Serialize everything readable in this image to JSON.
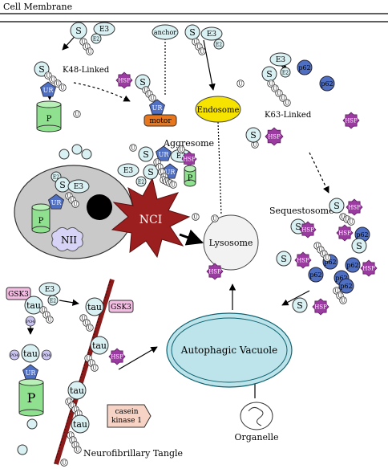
{
  "membrane": {
    "label": "Cell Membrane"
  },
  "labels": {
    "k48": "K48-Linked",
    "k63": "K63-Linked",
    "aggresome": "Aggresome",
    "sequestosome": "Sequestosome",
    "endosome": "Endosome",
    "lysosome": "Lysosome",
    "autophagic_vacuole": "Autophagic Vacuole",
    "nci": "NCI",
    "nii": "NII",
    "nft": "Neurofibrillary Tangle",
    "organelle": "Organelle",
    "anchor": "anchor",
    "motor": "motor",
    "casein_kinase_line1": "casein",
    "casein_kinase_line2": "kinase 1"
  },
  "glyphs": {
    "substrate": "S",
    "ubiquitin": "U",
    "e3": "E3",
    "e2": "E2",
    "ur": "UR",
    "proteasome": "P",
    "hsp": "HSP",
    "p62": "p62",
    "tau": "tau",
    "gsk3": "GSK3",
    "po4": "PO4"
  },
  "colors": {
    "substrate": "#d9f1f3",
    "proteasome": "#8fe08f",
    "hsp": "#9b3aa0",
    "p62": "#4f6fc2",
    "ur": "#4f6fc2",
    "motor": "#e8761c",
    "endosome": "#f6e400",
    "nci": "#9c1f1f",
    "gsk3": "#f4bbe3",
    "casein": "#f7d3c5",
    "microtubule": "#8b1a1a",
    "vacuole": "#bde4ea",
    "nucleus": "#c9c9c9",
    "nii": "#d6d3f7"
  }
}
